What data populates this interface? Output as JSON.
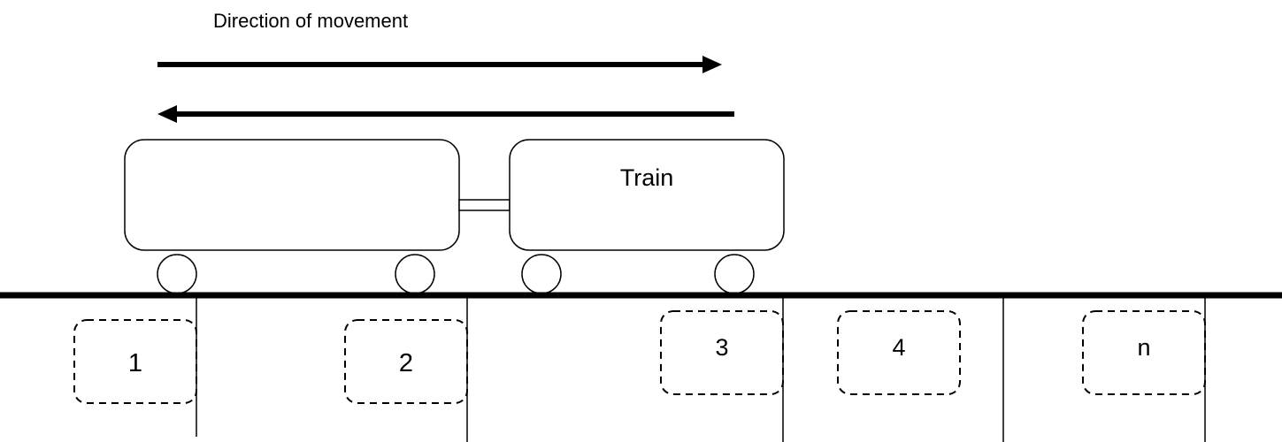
{
  "diagram": {
    "direction_label": "Direction of movement",
    "train_label": "Train",
    "segments": [
      {
        "label": "1"
      },
      {
        "label": "2"
      },
      {
        "label": "3"
      },
      {
        "label": "4"
      },
      {
        "label": "n"
      }
    ]
  },
  "colors": {
    "stroke": "#000000",
    "background": "#ffffff"
  }
}
